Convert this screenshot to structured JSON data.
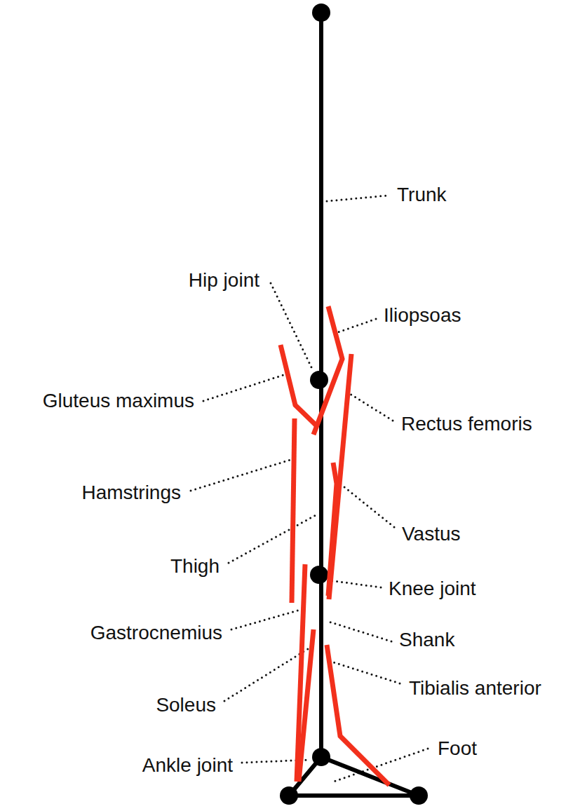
{
  "diagram": {
    "labels": [
      "Trunk",
      "Hip joint",
      "Iliopsoas",
      "Gluteus maximus",
      "Rectus femoris",
      "Hamstrings",
      "Vastus",
      "Thigh",
      "Knee joint",
      "Gastrocnemius",
      "Shank",
      "Soleus",
      "Tibialis anterior",
      "Ankle joint",
      "Foot"
    ]
  }
}
